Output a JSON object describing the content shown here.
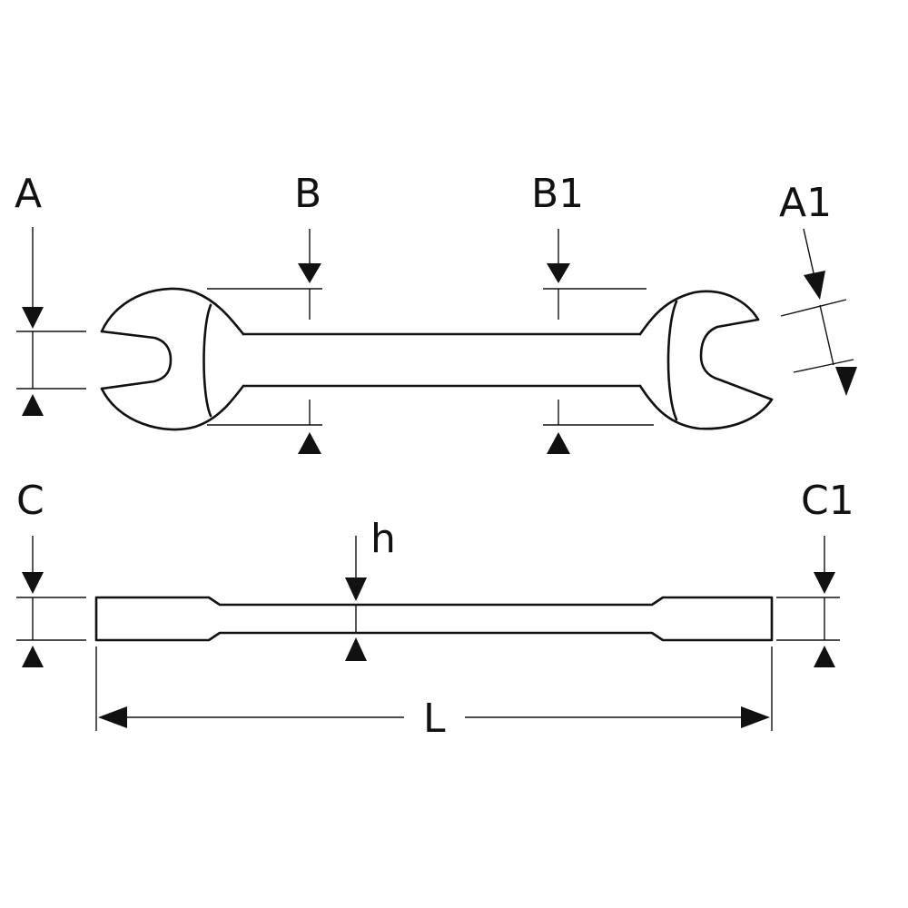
{
  "labels": {
    "A": "A",
    "B": "B",
    "B1": "B1",
    "A1": "A1",
    "C": "C",
    "h": "h",
    "C1": "C1",
    "L": "L"
  },
  "colors": {
    "line": "#111111",
    "background": "#ffffff"
  }
}
